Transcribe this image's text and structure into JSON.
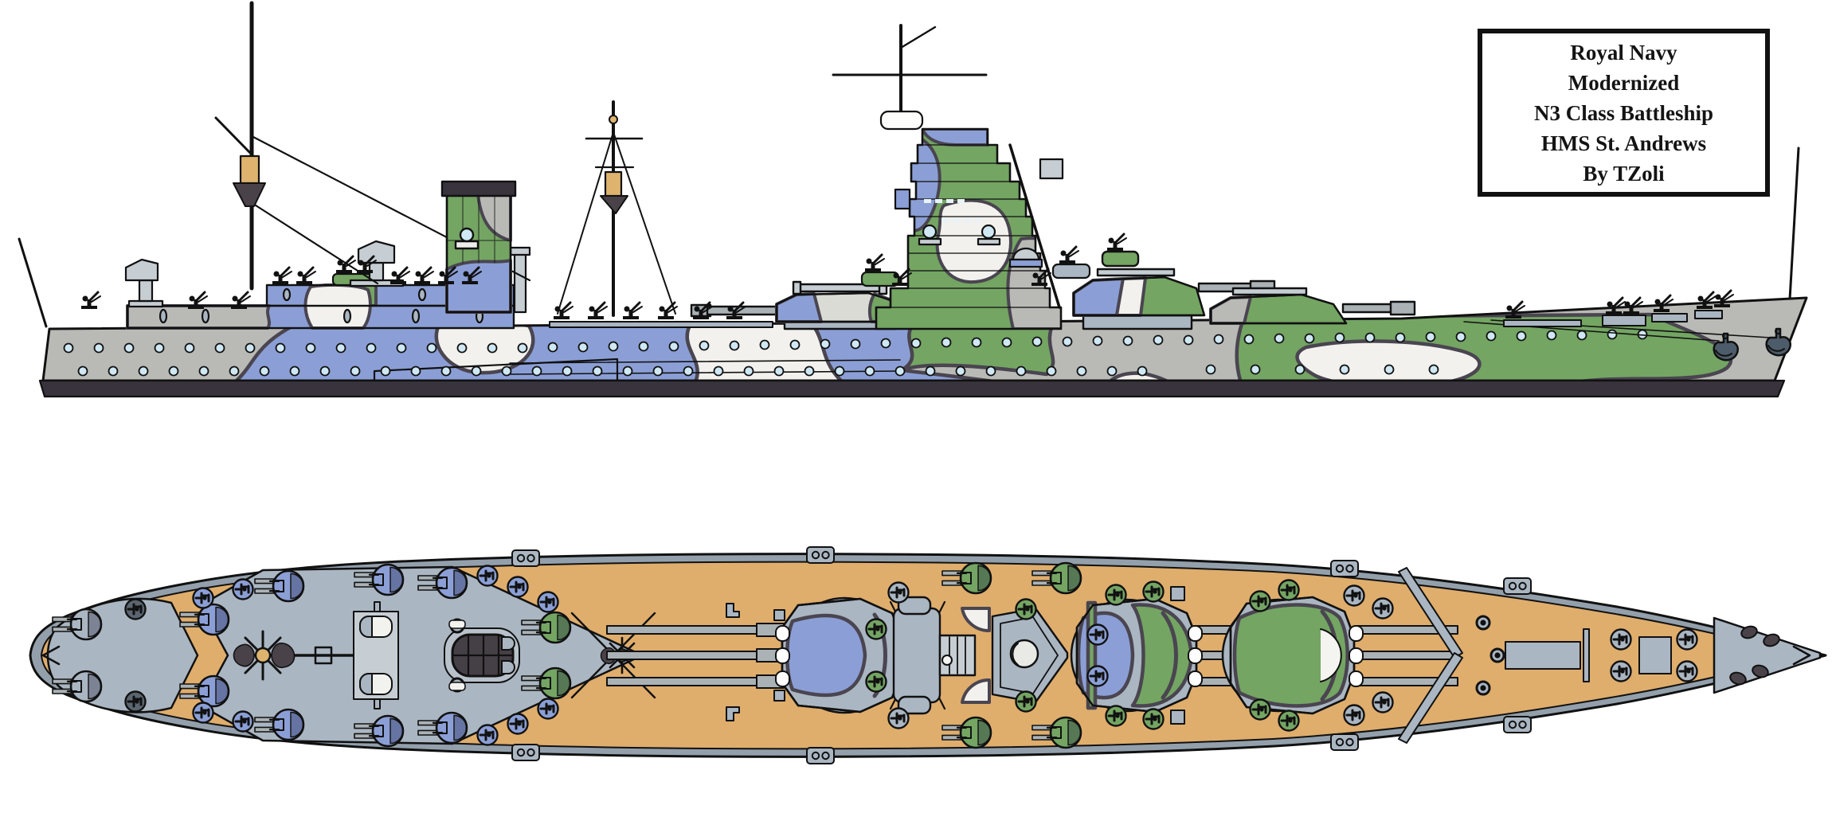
{
  "title_box": {
    "lines": [
      "Royal Navy",
      "Modernized",
      "N3 Class Battleship",
      "HMS St. Andrews",
      "By TZoli"
    ]
  },
  "ship": {
    "navy": "Royal Navy",
    "modernization": "Modernized",
    "class": "N3 Class Battleship",
    "name": "HMS St. Andrews",
    "credit": "By TZoli"
  },
  "views": {
    "top": "side-profile-elevation",
    "bottom": "deck-plan-top-view"
  },
  "icons": {
    "aa-gun-side-icon": "black pedestal gun silhouette",
    "aa-single-mount-icon": "circle with gun glyph",
    "aa-twin-mount-icon": "circle with twin barrels",
    "anchor-icon": "stockless anchor",
    "capstan-icon": "ringed circle",
    "fairlead-plate-icon": "plate with two holes"
  },
  "colors": {
    "hull_gray": "#b9bab6",
    "camo_blue": "#8b9fd6",
    "camo_green": "#74a563",
    "camo_white": "#f2f1ed",
    "camo_line": "#4a4550",
    "boot": "#38333c",
    "deck_tan": "#dfad6c",
    "str_gray": "#aab6c2",
    "str_gray_lt": "#c6cdd3",
    "edge_band": "#93a0ac",
    "funnel_dark": "#453f46",
    "mast_tan": "#ddb36e",
    "porthole": "#cfe8f4",
    "barrel": "#aab2b6",
    "dark_fit": "#4a4249",
    "anchor": "#4d5c6a",
    "ink": "#111111"
  }
}
